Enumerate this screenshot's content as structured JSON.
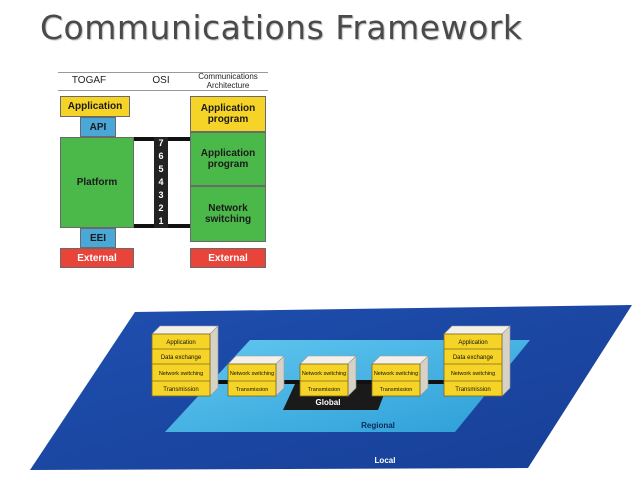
{
  "title": "Communications Framework",
  "top_diagram": {
    "headers": {
      "togaf": "TOGAF",
      "osi": "OSI",
      "comm_line1": "Communications",
      "comm_line2": "Architecture"
    },
    "togaf": {
      "application": "Application",
      "api": "API",
      "platform": "Platform",
      "eei": "EEI",
      "external": "External"
    },
    "osi_layers": [
      "7",
      "6",
      "5",
      "4",
      "3",
      "2",
      "1"
    ],
    "comm": {
      "app_program_1": "Application\nprogram",
      "app_program_2": "Application\nprogram",
      "network_switching": "Network\nswitching",
      "external": "External"
    }
  },
  "bottom_diagram": {
    "left_stack": [
      "Application",
      "Data exchange",
      "Network switching",
      "Transmission"
    ],
    "mid_stack": [
      "Network switching",
      "Transmission"
    ],
    "right_stack": [
      "Application",
      "Data exchange",
      "Network switching",
      "Transmission"
    ],
    "global": "Global",
    "regional": "Regional",
    "local": "Local"
  }
}
